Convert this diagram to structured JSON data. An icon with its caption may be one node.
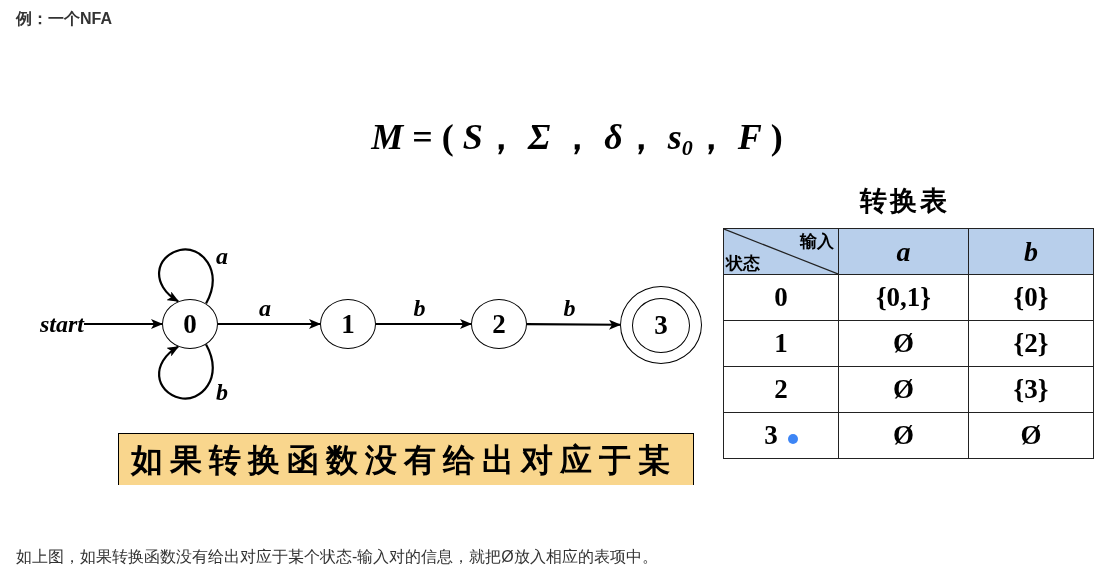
{
  "diagram": {
    "title": "例：一个NFA",
    "caption": "如上图，如果转换函数没有给出对应于某个状态-输入对的信息，就把Ø放入相应的表项中。",
    "nodes": [
      {
        "text": [
          "start"
        ]
      },
      {
        "text": [
          "0"
        ]
      },
      {
        "text": [
          "1"
        ]
      },
      {
        "text": [
          "2"
        ]
      },
      {
        "text": [
          "3"
        ]
      },
      {
        "text": [
          "如果转换函数没有给出对应于某"
        ]
      }
    ],
    "edges": [
      {
        "from": 0,
        "to": 1,
        "arrow": "to"
      },
      {
        "from": 1,
        "to": 1,
        "arrow": "to",
        "label": "a"
      },
      {
        "from": 1,
        "to": 1,
        "arrow": "to",
        "label": "b"
      },
      {
        "from": 1,
        "to": 2,
        "arrow": "to",
        "label": "a"
      },
      {
        "from": 2,
        "to": 3,
        "arrow": "to",
        "label": "b"
      },
      {
        "from": 3,
        "to": 4,
        "arrow": "to",
        "label": "b"
      }
    ],
    "labels": [
      "*M* = ( *S*， *Σ* ， *δ*， *s*$_{0}$， *F* )",
      "转换表",
      "输入",
      "状态",
      "a",
      "b",
      "0",
      "{0,1}",
      "{0}",
      "1",
      "Ø",
      "{2}",
      "2",
      "Ø",
      "{3}",
      "3",
      "Ø",
      "Ø"
    ]
  }
}
